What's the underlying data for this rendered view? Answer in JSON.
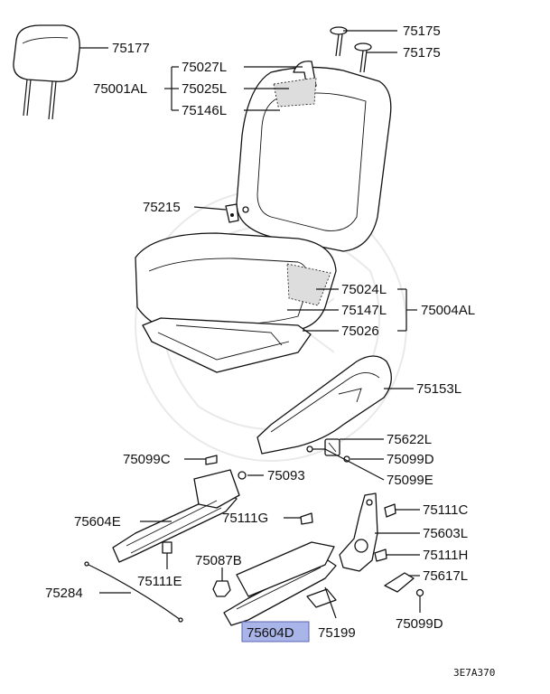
{
  "diagram": {
    "code": "3E7A370",
    "highlight_color": "#a9b4e8",
    "labels": {
      "p75177": "75177",
      "p75175a": "75175",
      "p75175b": "75175",
      "p75027L": "75027L",
      "p75001AL": "75001AL",
      "p75025L": "75025L",
      "p75146L": "75146L",
      "p75215": "75215",
      "p75024L": "75024L",
      "p75147L": "75147L",
      "p75004AL": "75004AL",
      "p75026": "75026",
      "p75153L": "75153L",
      "p75622L": "75622L",
      "p75099C": "75099C",
      "p75099D_a": "75099D",
      "p75093": "75093",
      "p75099E": "75099E",
      "p75604E": "75604E",
      "p75111G": "75111G",
      "p75111C": "75111C",
      "p75603L": "75603L",
      "p75111E": "75111E",
      "p75087B": "75087B",
      "p75111H": "75111H",
      "p75617L": "75617L",
      "p75284": "75284",
      "p75604D": "75604D",
      "p75199": "75199",
      "p75099D_b": "75099D"
    }
  }
}
